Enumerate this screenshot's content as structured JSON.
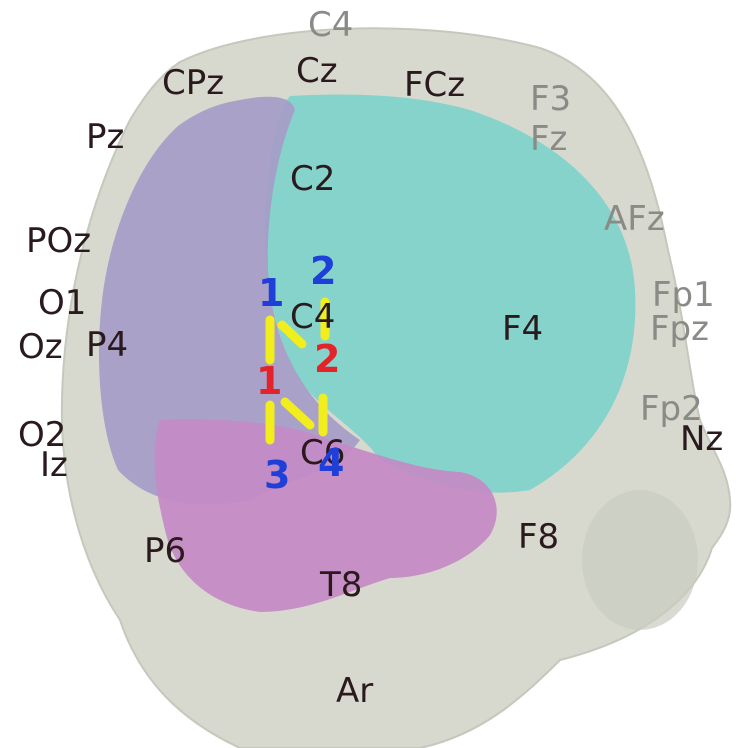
{
  "colors": {
    "background": "#ffffff",
    "head": "#d7d9cf",
    "cyan_region": "#7fd3cc",
    "lavender_region": "#a69cc8",
    "magenta_region": "#c48ac6",
    "probe_lines": "#f2ee1e",
    "source_number": "#e2242a",
    "detector_number": "#1e3fd8",
    "electrode_label": "#2a1a1e"
  },
  "electrodes": {
    "c4_top": "C4",
    "cz": "Cz",
    "cpz": "CPz",
    "fcz": "FCz",
    "f3": "F3",
    "fz": "Fz",
    "pz": "Pz",
    "c2": "C2",
    "poz": "POz",
    "afz": "AFz",
    "o1": "O1",
    "fp1": "Fp1",
    "oz": "Oz",
    "p4": "P4",
    "c4": "C4",
    "f4": "F4",
    "fpz": "Fpz",
    "fp2": "Fp2",
    "o2": "O2",
    "nz": "Nz",
    "iz": "Iz",
    "c6": "C6",
    "p6": "P6",
    "f8": "F8",
    "t8": "T8",
    "ar": "Ar"
  },
  "optodes": {
    "sources": [
      "1",
      "2"
    ],
    "detectors": [
      "1",
      "2",
      "3",
      "4"
    ]
  }
}
